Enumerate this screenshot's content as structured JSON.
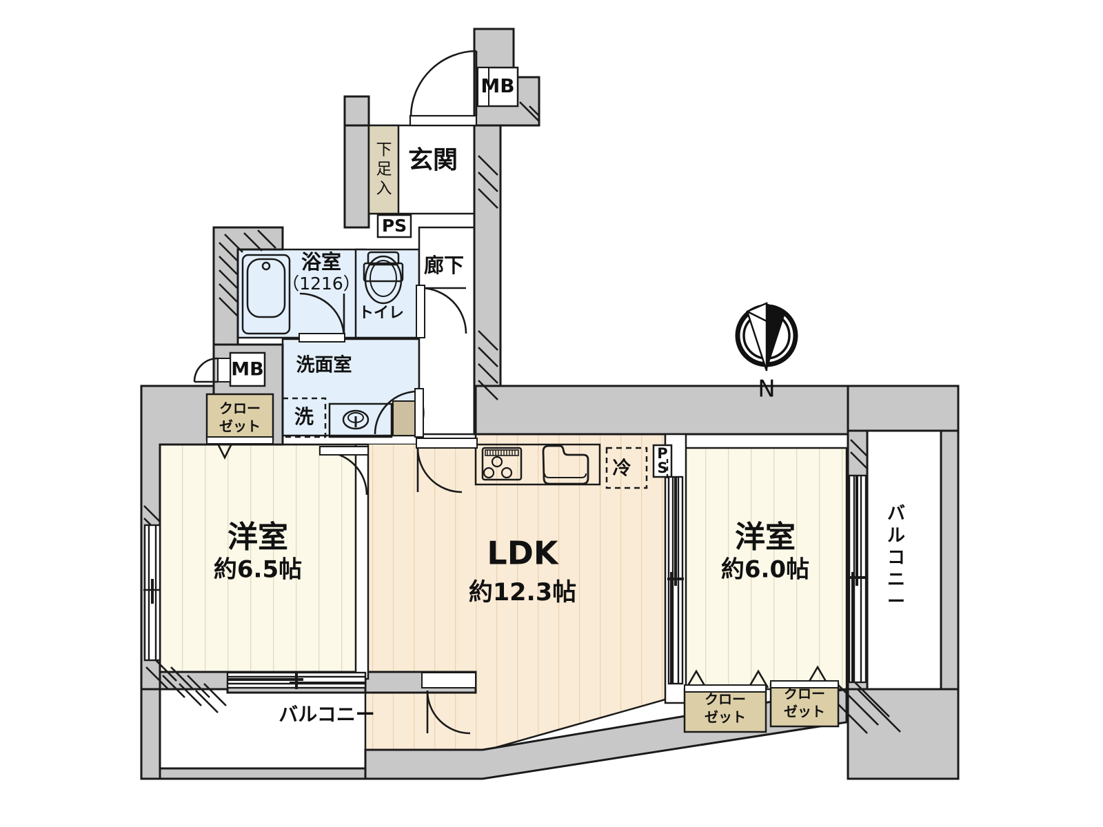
{
  "document": {
    "type": "residential-floor-plan",
    "layout_code": "2LDK",
    "compass": {
      "label": "N",
      "direction": "up",
      "name": "north-arrow"
    }
  },
  "colors": {
    "wall_fill": "#c8c8c8",
    "wall_stroke": "#1a1a1a",
    "room_bedroom": "#fcf9e9",
    "room_ldk": "#faebd6",
    "room_wet": "#e3effa",
    "room_closet": "#dccfa7",
    "balcony": "#ffffff",
    "plank_line": "#e0d8bf",
    "plank_line_ldk": "#e9d3b6",
    "text": "#111111"
  },
  "rooms": {
    "entrance": {
      "label": "玄関",
      "name": "entrance-hall"
    },
    "shoe_cabinet": {
      "label": "下足入",
      "name": "shoe-cabinet",
      "orientation": "vertical"
    },
    "corridor": {
      "label": "廊下",
      "name": "corridor"
    },
    "bathroom": {
      "label": "浴室",
      "size_label": "（1216）",
      "name": "bathroom"
    },
    "toilet": {
      "label": "トイレ",
      "name": "toilet"
    },
    "washroom": {
      "label": "洗面室",
      "name": "washroom"
    },
    "washer": {
      "label": "洗",
      "name": "washer-space"
    },
    "ldk": {
      "label": "LDK",
      "size_label": "約12.3帖",
      "name": "ldk"
    },
    "bedroom_west": {
      "label": "洋室",
      "size_label": "約6.5帖",
      "name": "bedroom-west"
    },
    "bedroom_east": {
      "label": "洋室",
      "size_label": "約6.0帖",
      "name": "bedroom-east"
    },
    "balcony_south": {
      "label": "バルコニー",
      "name": "balcony-south",
      "orientation": "horizontal"
    },
    "balcony_east": {
      "label": "バルコニー",
      "name": "balcony-east",
      "orientation": "vertical"
    }
  },
  "closets": [
    {
      "label": "クロー\nゼット",
      "line1": "クロー",
      "line2": "ゼット",
      "name": "closet-bedroom-west"
    },
    {
      "label": "クロー\nゼット",
      "line1": "クロー",
      "line2": "ゼット",
      "name": "closet-bedroom-east-1"
    },
    {
      "label": "クロー\nゼット",
      "line1": "クロー",
      "line2": "ゼット",
      "name": "closet-bedroom-east-2"
    }
  ],
  "shafts": [
    {
      "label": "MB",
      "name": "meter-box-entrance"
    },
    {
      "label": "MB",
      "name": "meter-box-west"
    },
    {
      "label": "PS",
      "name": "pipe-shaft-hall",
      "orientation": "horizontal"
    },
    {
      "label": "PS",
      "name": "pipe-shaft-kitchen",
      "orientation": "vertical"
    }
  ],
  "fixtures": {
    "stove": {
      "name": "gas-stove",
      "burners": 3
    },
    "sink": {
      "name": "kitchen-sink"
    },
    "refrigerator": {
      "label": "冷",
      "name": "refrigerator-space"
    },
    "bathtub": {
      "name": "bathtub"
    },
    "toilet_bowl": {
      "name": "toilet-bowl"
    },
    "vanity": {
      "name": "vanity-basin"
    }
  }
}
